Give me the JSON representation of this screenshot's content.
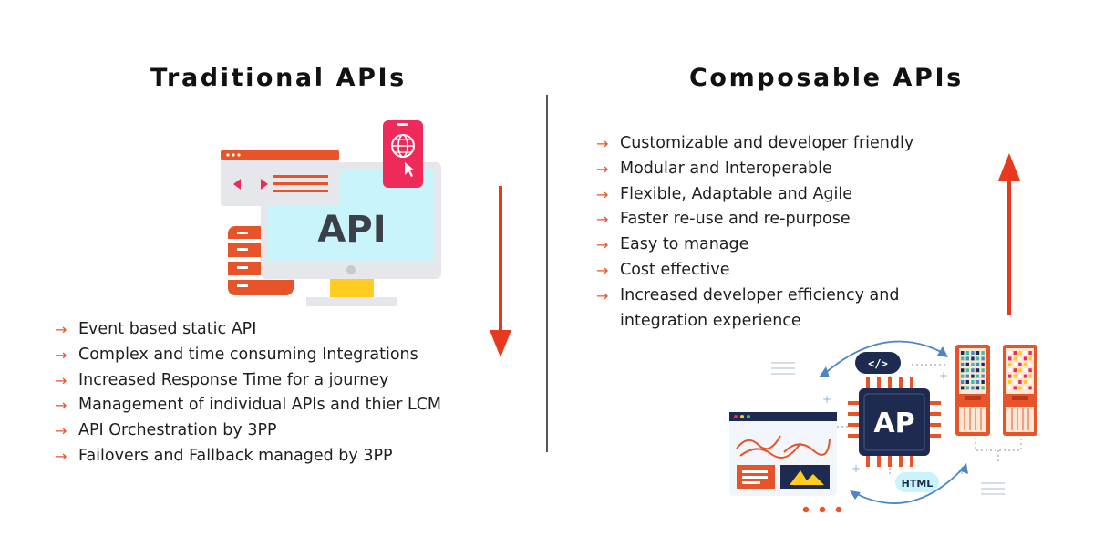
{
  "left": {
    "title": "Traditional APIs",
    "illustration_text": "API",
    "bullets": [
      "Event based static API",
      "Complex and time consuming Integrations",
      "Increased Response Time for a journey",
      "Management of individual APIs and thier LCM",
      "API Orchestration by 3PP",
      "Failovers and Fallback managed by 3PP"
    ],
    "trend": "down"
  },
  "right": {
    "title": "Composable APIs",
    "bullets": [
      "Customizable and developer friendly",
      "Modular and Interoperable",
      "Flexible, Adaptable and Agile",
      "Faster re-use and re-purpose",
      "Easy to manage",
      "Cost effective",
      "Increased developer efficiency and",
      "integration experience"
    ],
    "illustration_texts": {
      "chip": "AP",
      "code_tag": "</>",
      "html_tag": "HTML"
    },
    "trend": "up"
  },
  "bullet_glyph": "→",
  "colors": {
    "accent_orange": "#e8542a",
    "arrow_red": "#e8391e",
    "pink": "#ee2a5a",
    "navy": "#1e2a4f",
    "screen_cyan": "#c9f4fb",
    "yellow": "#ffcc1f"
  }
}
